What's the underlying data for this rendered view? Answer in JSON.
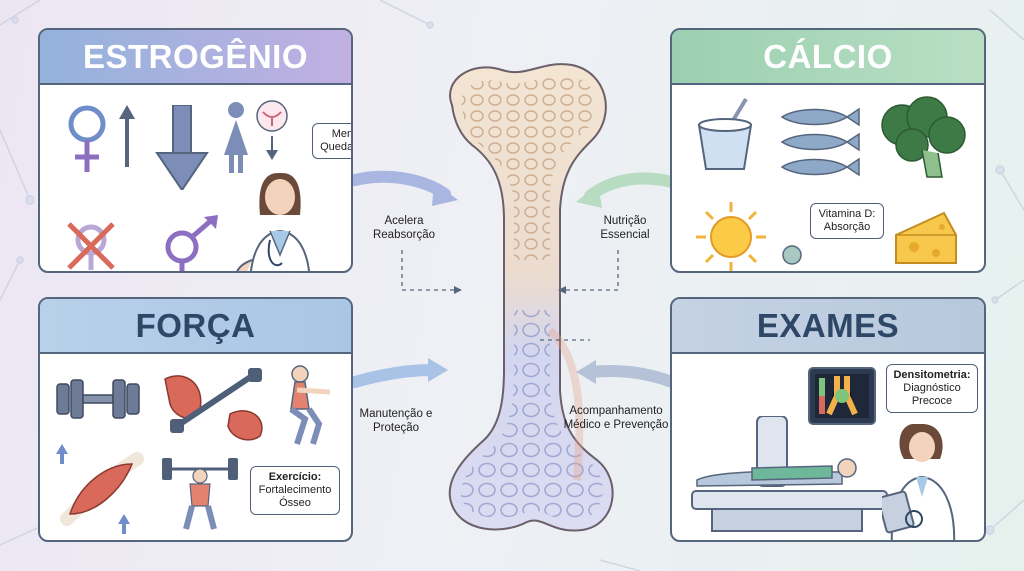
{
  "panels": {
    "estrogenio": {
      "title": "ESTROGÊNIO",
      "bubble": "Menopausa: Queda Hormonal"
    },
    "calcio": {
      "title": "CÁLCIO",
      "bubble": "Vitamina D: Absorção"
    },
    "forca": {
      "title": "FORÇA",
      "bubble_title": "Exercício:",
      "bubble": "Fortalecimento Ósseo"
    },
    "exames": {
      "title": "EXAMES",
      "bubble_title": "Densitometria:",
      "bubble": "Diagnóstico Precoce"
    }
  },
  "flows": {
    "estrogenio": "Acelera Reabsorção",
    "calcio": "Nutrição Essencial",
    "forca": "Manutenção e Proteção",
    "exames": "Acompanhamento Médico e Prevenção"
  },
  "colors": {
    "outline": "#55657d",
    "estrogenio_head": "#b4aee0",
    "calcio_head": "#9ccfb1",
    "forca_head": "#b9d0ea",
    "exames_head": "#c4d2e3",
    "icon_purple": "#8c6fc1",
    "icon_blue": "#6f8ec9",
    "muscle": "#d9695a"
  },
  "icons": [
    "female-symbol-icon",
    "up-arrow-icon",
    "down-arrow-icon",
    "woman-icon",
    "uterus-icon",
    "crossed-female-icon",
    "gender-symbol-icon",
    "doctor-icon",
    "yogurt-icon",
    "fish-icon",
    "broccoli-icon",
    "sun-icon",
    "person-icon",
    "cheese-icon",
    "dumbbell-icon",
    "arm-band-icon",
    "squat-icon",
    "muscle-bone-icon",
    "weightlifter-icon",
    "xray-monitor-icon",
    "scanner-icon",
    "patient-icon",
    "doctor-tablet-icon",
    "bone-icon"
  ]
}
